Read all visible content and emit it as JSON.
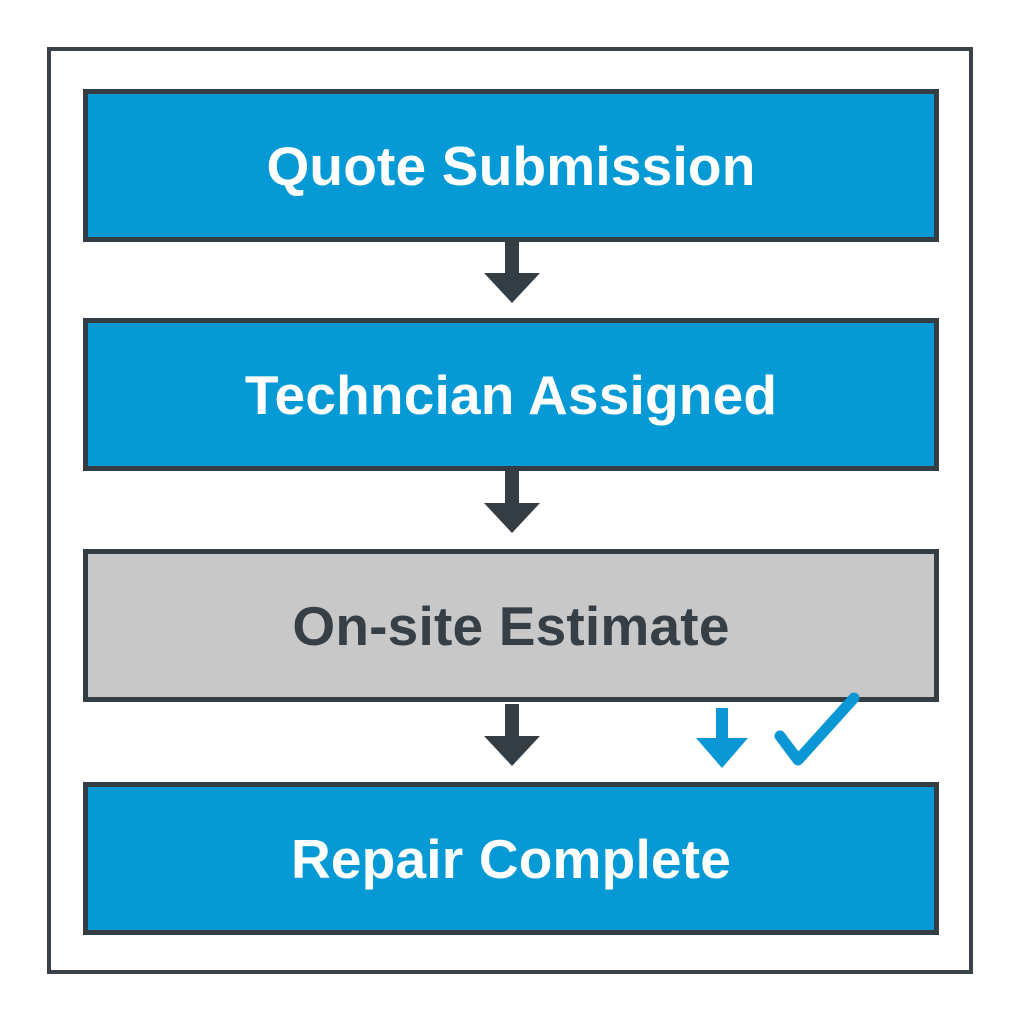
{
  "flowchart": {
    "steps": [
      {
        "label": "Quote Submission",
        "status": "active"
      },
      {
        "label": "Techncian Assigned",
        "status": "active"
      },
      {
        "label": "On-site Estimate",
        "status": "pending"
      },
      {
        "label": "Repair Complete",
        "status": "active"
      }
    ],
    "connectors": [
      {
        "icon": "arrow-down-icon",
        "color": "#343c44"
      },
      {
        "icon": "arrow-down-icon",
        "color": "#343c44"
      },
      {
        "icon": "arrow-down-icon",
        "color": "#343c44"
      },
      {
        "icon": "arrow-down-icon",
        "color": "#0b96d6"
      }
    ],
    "completion_mark": {
      "icon": "checkmark-icon",
      "color": "#0b96d6"
    }
  },
  "colors": {
    "active_fill": "#0599d5",
    "pending_fill": "#c8c8c8",
    "border": "#343c44",
    "accent": "#0b96d6"
  }
}
